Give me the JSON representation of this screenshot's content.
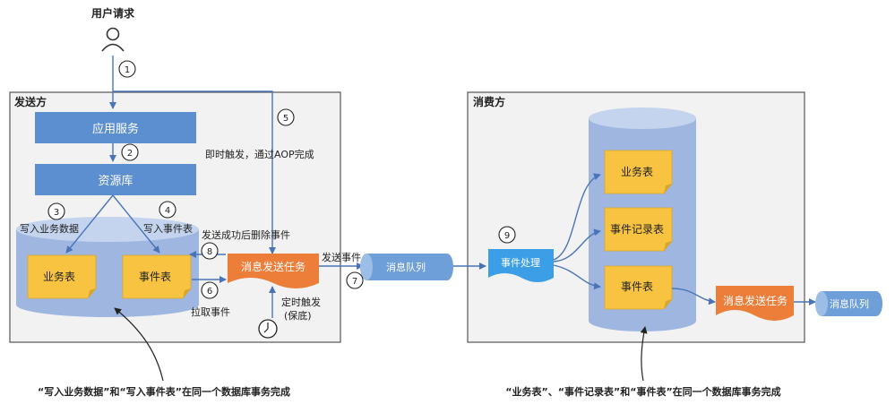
{
  "user_label": "用户请求",
  "sender": {
    "title": "发送方",
    "app_service": "应用服务",
    "resource_lib": "资源库",
    "write_business": "写入业务数据",
    "write_event": "写入事件表",
    "business_table": "业务表",
    "event_table": "事件表",
    "immediate_trigger": "即时触发，通过AOP完成",
    "delete_after_send": "发送成功后删除事件",
    "pull_events": "拉取事件",
    "timed_trigger_1": "定时触发",
    "timed_trigger_2": "(保底)",
    "send_task": "消息发送任务",
    "note": "“写入业务数据”和“写入事件表”在同一个数据库事务完成"
  },
  "send_event": "发送事件",
  "queue": "消息队列",
  "consumer": {
    "title": "消费方",
    "event_process": "事件处理",
    "business_table": "业务表",
    "event_record_table": "事件记录表",
    "event_table": "事件表",
    "send_task": "消息发送任务",
    "queue": "消息队列",
    "note": "“业务表”、“事件记录表”和“事件表”在同一个数据库事务完成"
  },
  "steps": [
    "1",
    "2",
    "3",
    "4",
    "5",
    "6",
    "7",
    "8",
    "9"
  ],
  "colors": {
    "blue_box": "#5b8fd0",
    "cylinder": "#9fb7e0",
    "sticky": "#f7c341",
    "orange": "#ec7e3a",
    "queue": "#6e9fd8",
    "event_process": "#3d9ee8",
    "arrow": "#4a74b8",
    "panel": "#f2f2f2"
  }
}
